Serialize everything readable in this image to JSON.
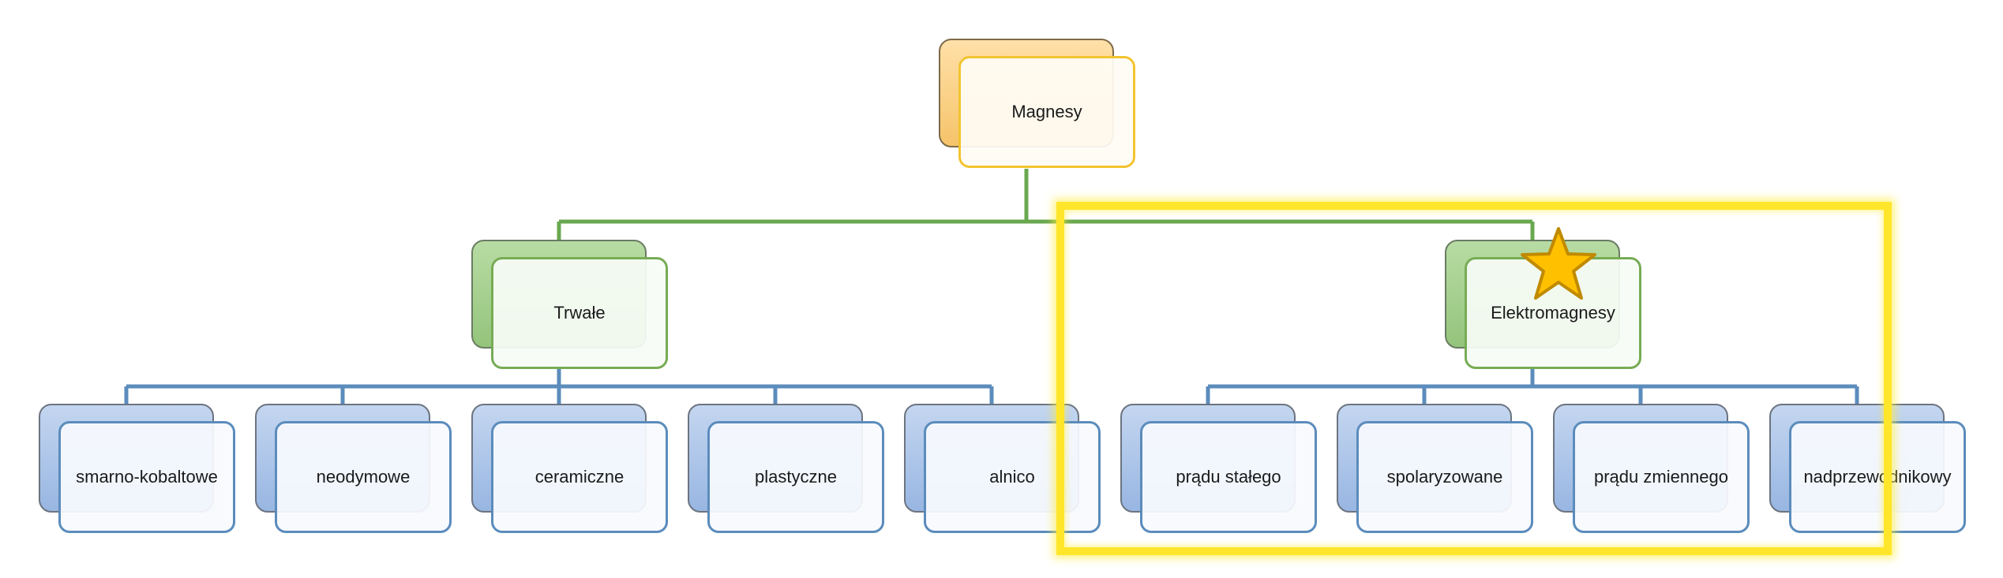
{
  "diagram": {
    "root": {
      "label": "Magnesy",
      "color": "#f5c46a"
    },
    "branches": [
      {
        "label": "Trwałe",
        "color": "#94c47c",
        "children": [
          {
            "label": "smarno-kobaltowe"
          },
          {
            "label": "neodymowe"
          },
          {
            "label": "ceramiczne"
          },
          {
            "label": "plastyczne"
          },
          {
            "label": "alnico"
          }
        ]
      },
      {
        "label": "Elektromagnesy",
        "color": "#94c47c",
        "marked": true,
        "marker_icon": "star-icon",
        "children": [
          {
            "label": "prądu stałego"
          },
          {
            "label": "spolaryzowane"
          },
          {
            "label": "prądu zmiennego"
          },
          {
            "label": "nadprzewodnikowy"
          }
        ]
      }
    ],
    "highlight_color": "#ffe62a",
    "connector_colors": {
      "root": "#6aa84f",
      "children": "#5b8cbc"
    }
  }
}
